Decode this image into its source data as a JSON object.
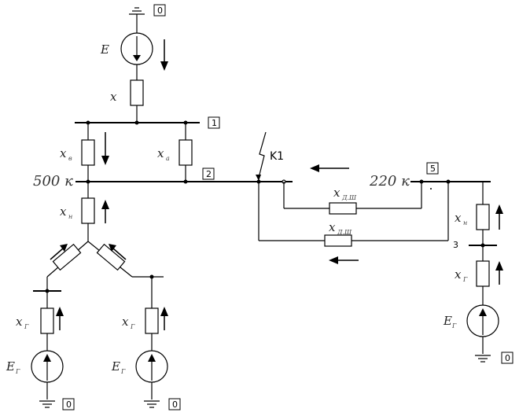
{
  "node_labels": {
    "n0": "0",
    "n1": "1",
    "n2": "2",
    "n3": "3",
    "n5": "5"
  },
  "fault": "K1",
  "bus_voltages": {
    "v500": "500 к",
    "v220": "220 к"
  },
  "element_labels": {
    "E_top": "E",
    "x_top": "x",
    "x_left": "x",
    "x_right": "x",
    "x_below500": "x",
    "x_gen_left": "x",
    "E_gen_left": "E",
    "x_gen_mid": "x",
    "E_gen_mid": "E",
    "x_line1": "x",
    "x_line2": "x",
    "x_right_upper": "x",
    "x_right_lower": "x",
    "E_right": "E"
  },
  "subscripts": {
    "x_left": "в",
    "x_right": "а",
    "x_below500": "н",
    "x_gen_left": "Г",
    "E_gen_left": "Г",
    "x_gen_mid": "Г",
    "E_gen_mid": "Г",
    "x_line1": "Д.Ш",
    "x_line2": "Д.Ш",
    "x_right_upper": "н",
    "x_right_lower": "Г",
    "E_right": "Г"
  }
}
